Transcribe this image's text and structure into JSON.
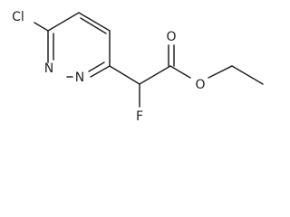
{
  "molecule": {
    "atoms": {
      "chlorine": "Cl",
      "ring_nitrogen_1": "N",
      "ring_nitrogen_2": "N",
      "fluorine": "F",
      "carbonyl_oxygen": "O",
      "ester_oxygen": "O"
    },
    "bond_color": "#222222",
    "background_color": "#ffffff"
  }
}
